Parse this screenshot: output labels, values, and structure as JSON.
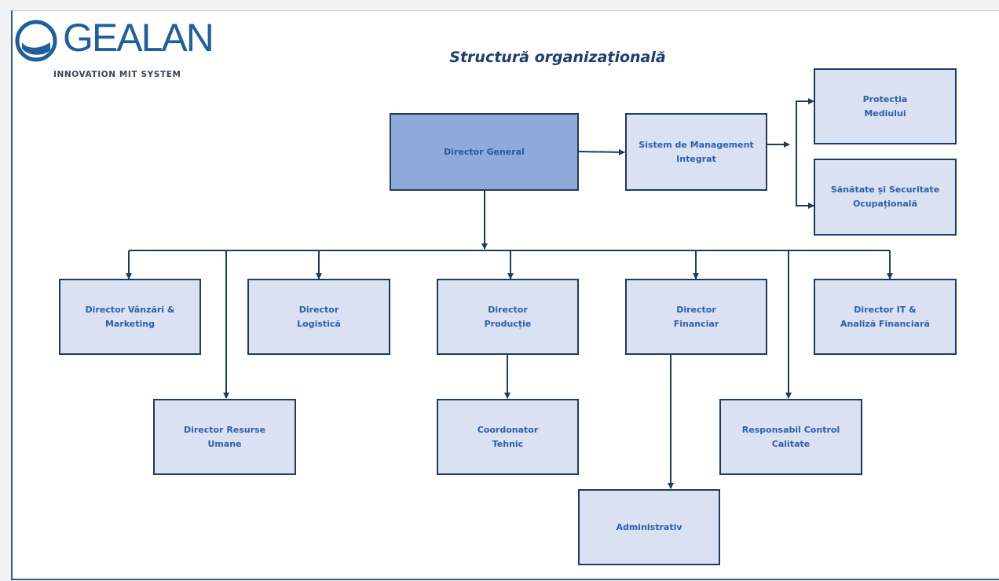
{
  "logo": {
    "wordmark": "GEALAN",
    "tagline": "INNOVATION MIT SYSTEM"
  },
  "title": "Structură organizațională",
  "colors": {
    "box_fill": "#d9e1f2",
    "box_fill_primary": "#8eaadb",
    "box_border": "#1f3b5e",
    "label_text": "#2e5fa3",
    "title_text": "#1f3e6e",
    "connector": "#1f3b5e",
    "logo_blue": "#1f5f9c"
  },
  "nodes": {
    "director_general": "Director General",
    "sistem_management": "Sistem de Management\nIntegrat",
    "protectia_mediului": "Protecția\nMediului",
    "sanatate_securitate": "Sănătate și Securitate\nOcupațională",
    "director_vanzari": "Director Vânzări &\nMarketing",
    "director_logistica": "Director\nLogistică",
    "director_productie": "Director\nProducție",
    "director_financiar": "Director\nFinanciar",
    "director_it": "Director IT &\nAnaliză Financiară",
    "director_resurse_umane": "Director Resurse\nUmane",
    "coordonator_tehnic": "Coordonator\nTehnic",
    "responsabil_calitate": "Responsabil Control\nCalitate",
    "administrativ": "Administrativ"
  },
  "edges": [
    [
      "director_general",
      "sistem_management"
    ],
    [
      "sistem_management",
      "protectia_mediului"
    ],
    [
      "sistem_management",
      "sanatate_securitate"
    ],
    [
      "director_general",
      "director_vanzari"
    ],
    [
      "director_general",
      "director_resurse_umane"
    ],
    [
      "director_general",
      "director_logistica"
    ],
    [
      "director_general",
      "director_productie"
    ],
    [
      "director_general",
      "director_financiar"
    ],
    [
      "director_general",
      "responsabil_calitate"
    ],
    [
      "director_general",
      "director_it"
    ],
    [
      "director_productie",
      "coordonator_tehnic"
    ],
    [
      "director_financiar",
      "administrativ"
    ]
  ]
}
